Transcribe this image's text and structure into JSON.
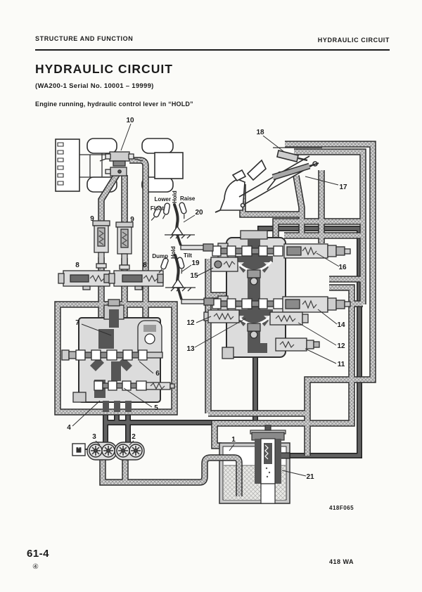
{
  "header": {
    "left": "STRUCTURE  AND  FUNCTION",
    "right": "HYDRAULIC  CIRCUIT"
  },
  "title": "HYDRAULIC  CIRCUIT",
  "subtitle": "(WA200-1 Serial No. 10001  –  19999)",
  "note": "Engine running, hydraulic control lever in “HOLD”",
  "figure_id": "418F065",
  "footer": {
    "page": "61-4",
    "edition": "④",
    "model": "418 WA"
  },
  "diagram": {
    "motor_label": "M",
    "levers": {
      "lift": {
        "float": "Float",
        "lower": "Lower",
        "hold": "Hold",
        "raise": "Raise"
      },
      "bucket": {
        "dump": "Dump",
        "hold": "Hold",
        "tilt": "Tilt"
      }
    },
    "callouts": {
      "c1": "1",
      "c2": "2",
      "c3": "3",
      "c4": "4",
      "c5": "5",
      "c6": "6",
      "c7": "7",
      "c8a": "8",
      "c8b": "8",
      "c9a": "9",
      "c9b": "9",
      "c10": "10",
      "c11": "11",
      "c12a": "12",
      "c12b": "12",
      "c13": "13",
      "c14": "14",
      "c15": "15",
      "c16": "16",
      "c17": "17",
      "c18": "18",
      "c19": "19",
      "c20": "20",
      "c21": "21"
    }
  }
}
